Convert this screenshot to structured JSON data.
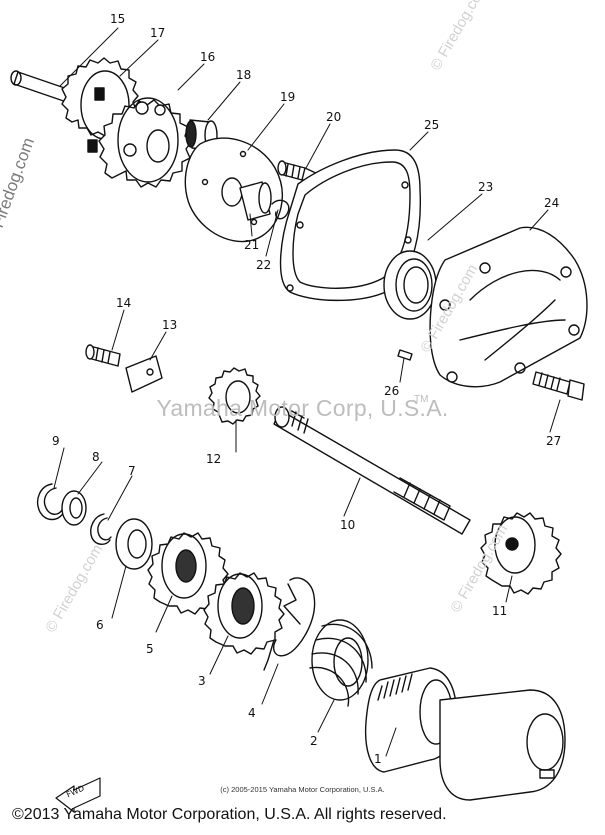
{
  "callouts": {
    "1": "1",
    "2": "2",
    "3": "3",
    "4": "4",
    "5": "5",
    "6": "6",
    "7": "7",
    "8": "8",
    "9": "9",
    "10": "10",
    "11": "11",
    "12": "12",
    "13": "13",
    "14": "14",
    "15": "15",
    "16": "16",
    "17": "17",
    "18": "18",
    "19": "19",
    "20": "20",
    "21": "21",
    "22": "22",
    "23": "23",
    "24": "24",
    "25": "25",
    "26": "26",
    "27": "27"
  },
  "watermark": {
    "main": "Yamaha Motor Corp, U.S.A.",
    "tm": "TM",
    "side": "© Firedog.com"
  },
  "labels": {
    "fwd": "FWD",
    "small_copyright": "(c) 2005-2015 Yamaha Motor Corporation, U.S.A.",
    "footer": "©2013 Yamaha Motor Corporation, U.S.A. All rights reserved."
  }
}
